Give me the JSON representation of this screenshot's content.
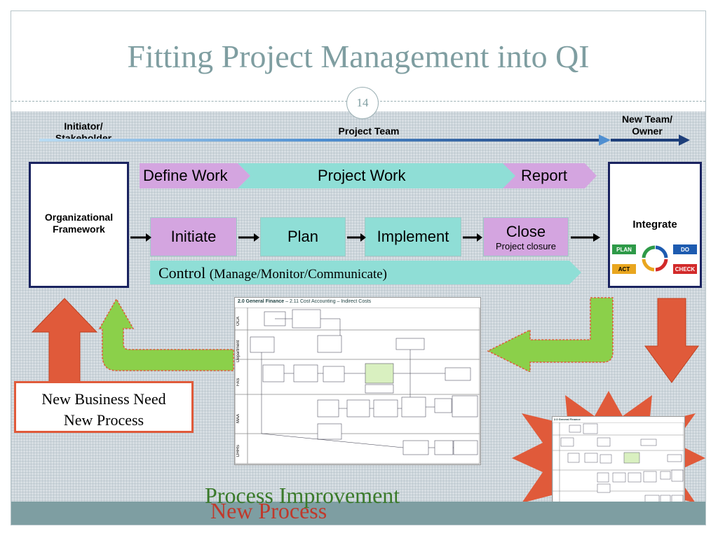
{
  "slide": {
    "title": "Fitting Project Management into QI",
    "page_number": "14"
  },
  "timeline": {
    "initiator": "Initiator/ Stakeholder",
    "project_team": "Project Team",
    "new_team": "New Team/ Owner"
  },
  "org_framework": "Organizational Framework",
  "phase_bar": {
    "define": "Define Work",
    "project_work": "Project Work",
    "report": "Report"
  },
  "steps": {
    "initiate": "Initiate",
    "plan": "Plan",
    "implement": "Implement",
    "close": "Close",
    "close_sub": "Project closure"
  },
  "control": {
    "main": "Control",
    "sub": "(Manage/Monitor/Communicate)"
  },
  "integrate": {
    "title": "Integrate",
    "plan": "PLAN",
    "do": "DO",
    "act": "ACT",
    "check": "CHECK"
  },
  "callout": {
    "line1": "New Business Need",
    "line2": "New Process"
  },
  "bottom_text": {
    "improvement": "Process Improvement",
    "new_process": "New Process"
  },
  "flowchart": {
    "title": "2.0 General Finance",
    "subtitle": "– 2.11 Cost Accounting – Indirect Costs",
    "lanes": [
      "OCA",
      "Department",
      "FAS",
      "MAA",
      "DHHS"
    ]
  },
  "colors": {
    "title": "#7f9ea1",
    "purple": "#d4a5e0",
    "teal": "#8fded6",
    "navy": "#1a2360",
    "orange_red": "#e05a3a",
    "green": "#8bd04a"
  }
}
